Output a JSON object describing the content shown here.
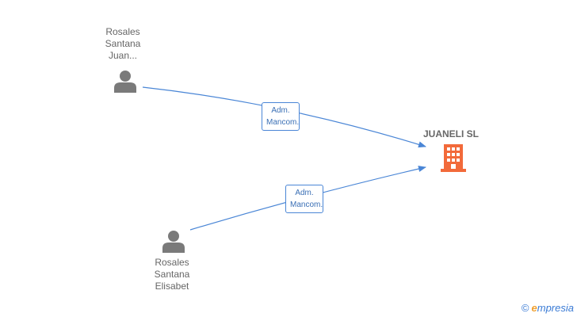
{
  "persons": [
    {
      "name_lines": [
        "Rosales",
        "Santana",
        "Juan..."
      ]
    },
    {
      "name_lines": [
        "Rosales",
        "Santana",
        "Elisabet"
      ]
    }
  ],
  "company": {
    "name": "JUANELI SL"
  },
  "edges": [
    {
      "label_lines": [
        "Adm.",
        "Mancom."
      ]
    },
    {
      "label_lines": [
        "Adm.",
        "Mancom."
      ]
    }
  ],
  "watermark": {
    "symbol": "©",
    "brand_first": "e",
    "brand_rest": "mpresia"
  },
  "colors": {
    "person_icon": "#7a7a7a",
    "company_icon": "#f26a3a",
    "edge": "#4a86d6"
  }
}
